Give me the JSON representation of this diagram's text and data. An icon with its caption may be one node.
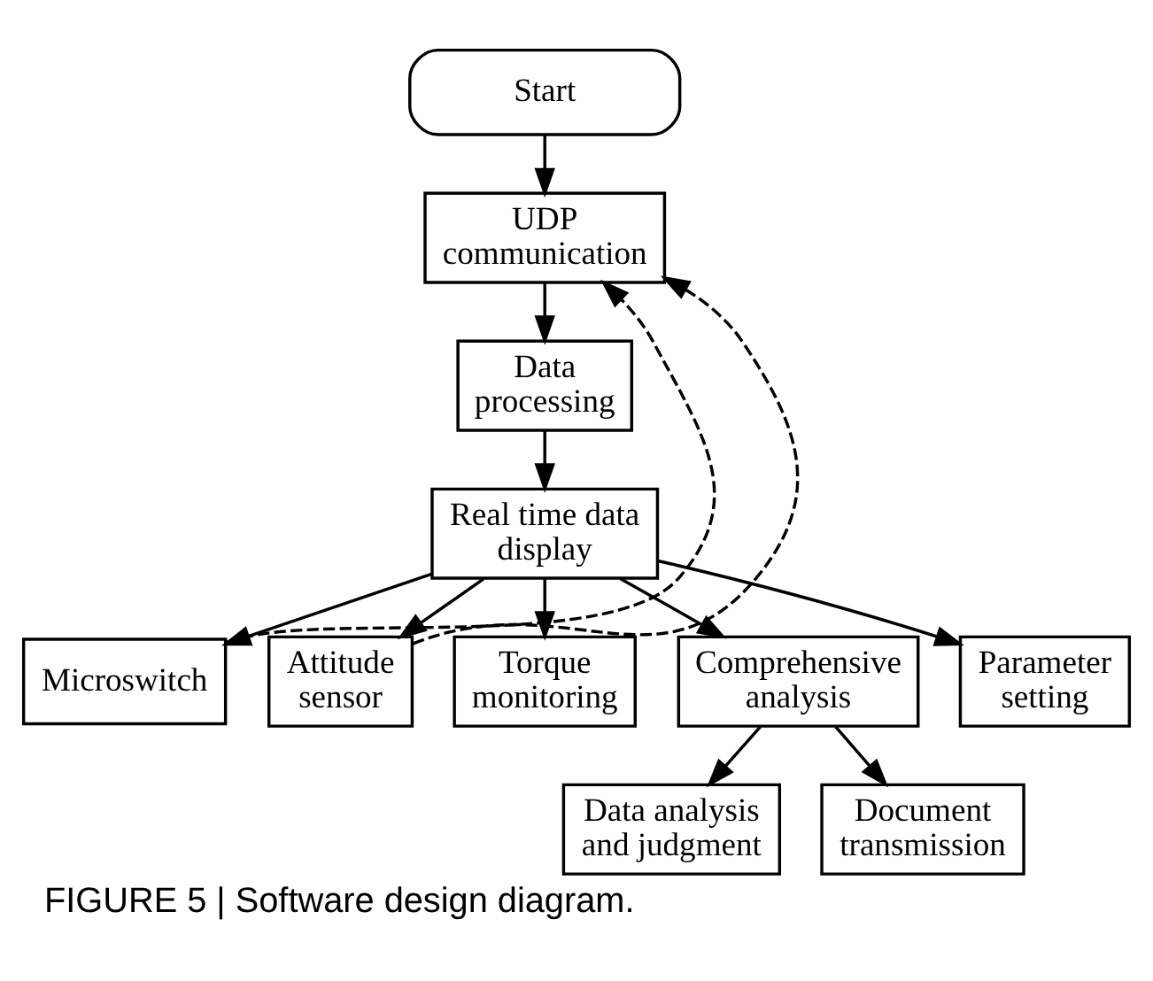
{
  "diagram": {
    "caption": "FIGURE 5 | Software design diagram.",
    "nodes": [
      {
        "text": [
          "Start"
        ]
      },
      {
        "text": [
          "UDP communication"
        ]
      },
      {
        "text": [
          "Data processing"
        ]
      },
      {
        "text": [
          "Real time data display"
        ]
      },
      {
        "text": [
          "Microswitch"
        ]
      },
      {
        "text": [
          "Attitude sensor"
        ]
      },
      {
        "text": [
          "Torque monitoring"
        ]
      },
      {
        "text": [
          "Comprehensive analysis"
        ]
      },
      {
        "text": [
          "Parameter setting"
        ]
      },
      {
        "text": [
          "Data analysis and judgment"
        ]
      },
      {
        "text": [
          "Document transmission"
        ]
      }
    ],
    "edges": [
      {
        "from": 0,
        "to": 1,
        "arrow": "to"
      },
      {
        "from": 1,
        "to": 2,
        "arrow": "to"
      },
      {
        "from": 2,
        "to": 3,
        "arrow": "to"
      },
      {
        "from": 3,
        "to": 4,
        "arrow": "to"
      },
      {
        "from": 3,
        "to": 5,
        "arrow": "to"
      },
      {
        "from": 3,
        "to": 6,
        "arrow": "to"
      },
      {
        "from": 3,
        "to": 7,
        "arrow": "to"
      },
      {
        "from": 3,
        "to": 8,
        "arrow": "to"
      },
      {
        "from": 7,
        "to": 9,
        "arrow": "to"
      },
      {
        "from": 7,
        "to": 10,
        "arrow": "to"
      },
      {
        "from": 4,
        "to": 1,
        "arrow": "to",
        "style": "dashed"
      },
      {
        "from": 5,
        "to": 1,
        "arrow": "to",
        "style": "dashed"
      }
    ]
  }
}
